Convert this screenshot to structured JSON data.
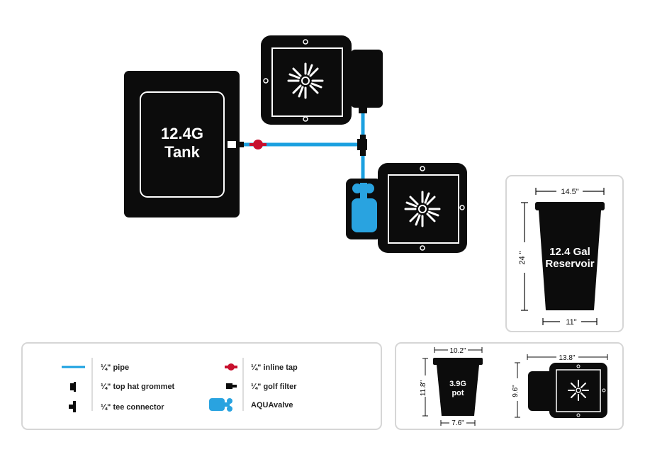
{
  "tank": {
    "line1": "12.4G",
    "line2": "Tank"
  },
  "reservoir_panel": {
    "width": "14.5\"",
    "height": "24 \"",
    "base": "11\"",
    "line1": "12.4 Gal",
    "line2": "Reservoir"
  },
  "pot_panel": {
    "pot_top": "10.2\"",
    "pot_height": "11.8\"",
    "pot_base": "7.6\"",
    "pot_line1": "3.9G",
    "pot_line2": "pot",
    "tray_width": "13.8\"",
    "tray_height": "9.6\""
  },
  "legend": [
    {
      "icon": "pipe-line",
      "label": "¼\" pipe"
    },
    {
      "icon": "top-hat-grommet-icon",
      "label": "¼\" top hat grommet"
    },
    {
      "icon": "tee-connector-icon",
      "label": "¼\" tee connector"
    },
    {
      "icon": "inline-tap-icon",
      "label": "¼\" inline tap"
    },
    {
      "icon": "golf-filter-icon",
      "label": "¼\" golf filter"
    },
    {
      "icon": "aquavalve-icon",
      "label": "AQUAvalve"
    }
  ],
  "colors": {
    "pipe": "#1aa0e0",
    "valve": "#29a3e0",
    "tap": "#c8102e",
    "unit": "#0c0c0c",
    "panel_border": "#d6d6d6"
  }
}
